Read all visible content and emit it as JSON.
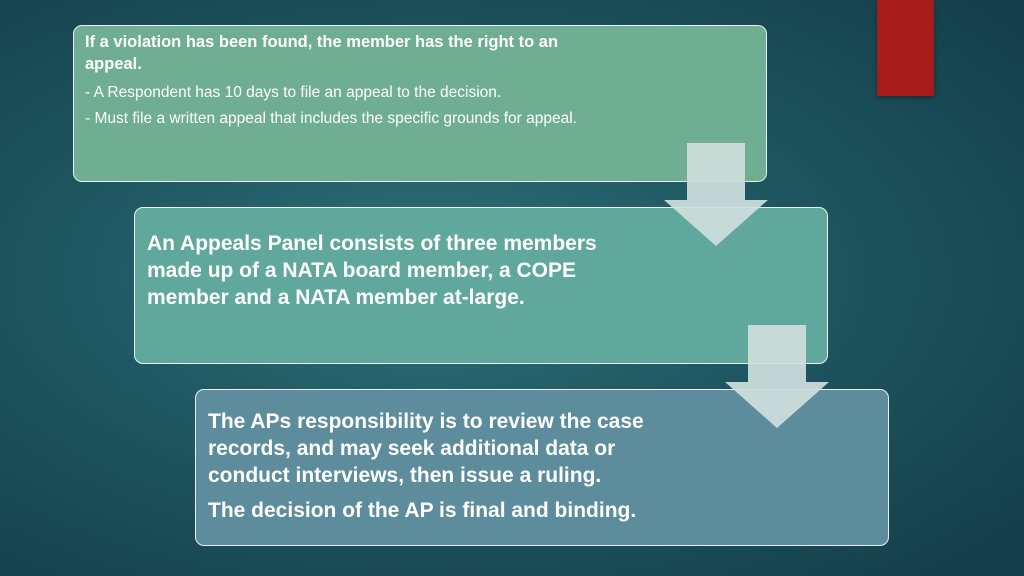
{
  "colors": {
    "accent": "#a61c1c",
    "box1": "#6fae92",
    "box2": "#60a89c",
    "box3": "#5d8d9c",
    "arrow": "#cfe0dd"
  },
  "step1": {
    "heading": "If a violation has been found, the member has the right to an appeal.",
    "bullets": [
      "- A Respondent has 10 days to file an appeal to the decision.",
      "- Must file a written appeal that includes the specific grounds for appeal."
    ]
  },
  "step2": {
    "text": "An Appeals Panel consists of three members made up of a NATA board member, a COPE member and a NATA member at-large."
  },
  "step3": {
    "text": "The APs responsibility is to review the case records, and may seek additional data or conduct interviews, then issue a ruling.",
    "final": "The decision of the AP is final and binding."
  },
  "icons": {
    "connector": "down-arrow-icon"
  }
}
